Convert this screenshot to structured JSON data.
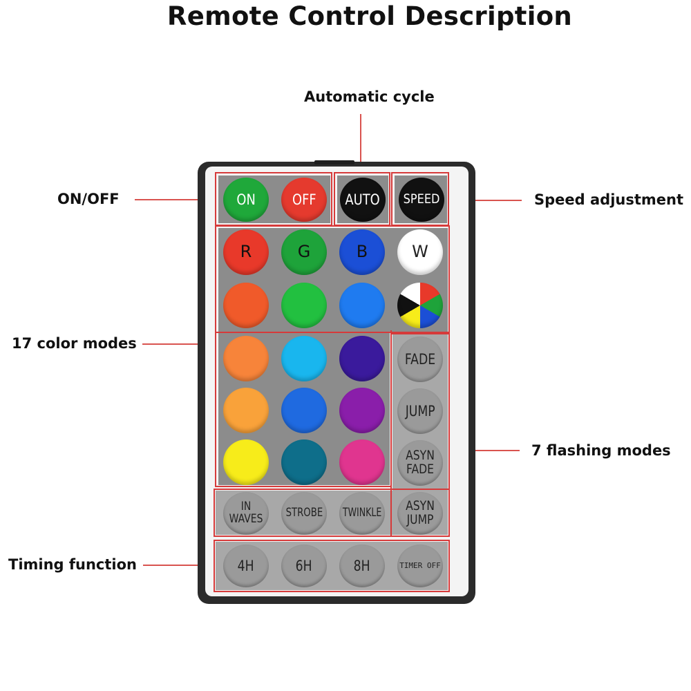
{
  "title": "Remote Control Description",
  "callouts": {
    "on_off": "ON/OFF",
    "automatic_cycle": "Automatic cycle",
    "speed_adjustment": "Speed adjustment",
    "color_modes": "17 color modes",
    "flashing_modes": "7 flashing modes",
    "timing_function": "Timing function"
  },
  "buttons": {
    "on": "ON",
    "off": "OFF",
    "auto": "AUTO",
    "speed": "SPEED",
    "r": "R",
    "g": "G",
    "b": "B",
    "w": "W",
    "fade": "FADE",
    "jump": "JUMP",
    "asyn_fade": "ASYN FADE",
    "in_waves": "IN WAVES",
    "strobe": "STROBE",
    "twinkle": "TWINKLE",
    "asyn_jump": "ASYN JUMP",
    "h4": "4H",
    "h6": "6H",
    "h8": "8H",
    "timer_off": "TIMER OFF"
  },
  "colors": {
    "annotation_line": "#d9534f",
    "on": "#1fa83a",
    "off": "#e53a2e",
    "r": "#e8392a",
    "g": "#1ea33a",
    "b": "#1b4fd6",
    "w": "#ffffff",
    "row2": [
      "#f05a2a",
      "#22c040",
      "#1f7bf0"
    ],
    "row3": [
      "#f7843a",
      "#19b6ee",
      "#3a1a9c"
    ],
    "row4": [
      "#f9a23a",
      "#1f6ae0",
      "#8a1eaa"
    ],
    "row5": [
      "#f7ec1a",
      "#0e6e8a",
      "#e0358f"
    ]
  }
}
